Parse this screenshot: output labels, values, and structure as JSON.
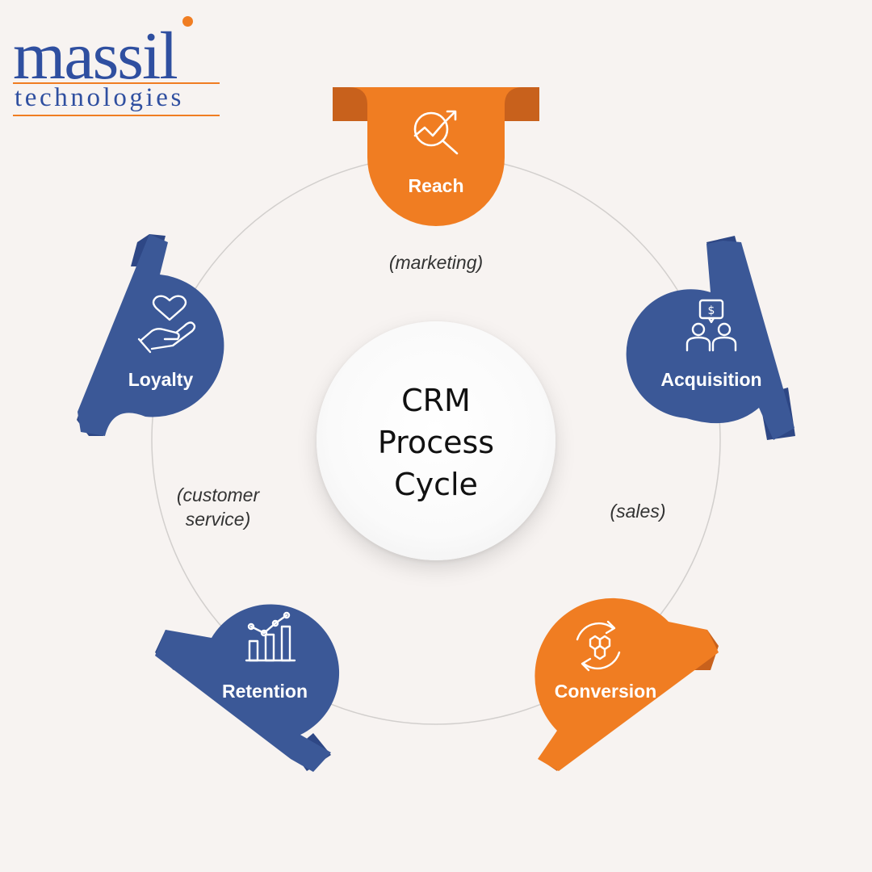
{
  "brand": {
    "name": "massil",
    "tagline": "technologies",
    "colors": {
      "blue": "#2f4fa0",
      "orange": "#f07d22"
    }
  },
  "center": {
    "line1": "CRM",
    "line2": "Process",
    "line3": "Cycle"
  },
  "stages": [
    {
      "label": "Reach",
      "icon": "chart-magnifier-icon",
      "color": "#f07d22"
    },
    {
      "label": "Acquisition",
      "icon": "team-dollar-icon",
      "color": "#3b5897"
    },
    {
      "label": "Conversion",
      "icon": "refresh-hexagon-icon",
      "color": "#f07d22"
    },
    {
      "label": "Retention",
      "icon": "bar-chart-trend-icon",
      "color": "#3b5897"
    },
    {
      "label": "Loyalty",
      "icon": "heart-hand-icon",
      "color": "#3b5897"
    }
  ],
  "phases": {
    "marketing": "(marketing)",
    "sales": "(sales)",
    "service_line1": "(customer",
    "service_line2": "service)"
  }
}
